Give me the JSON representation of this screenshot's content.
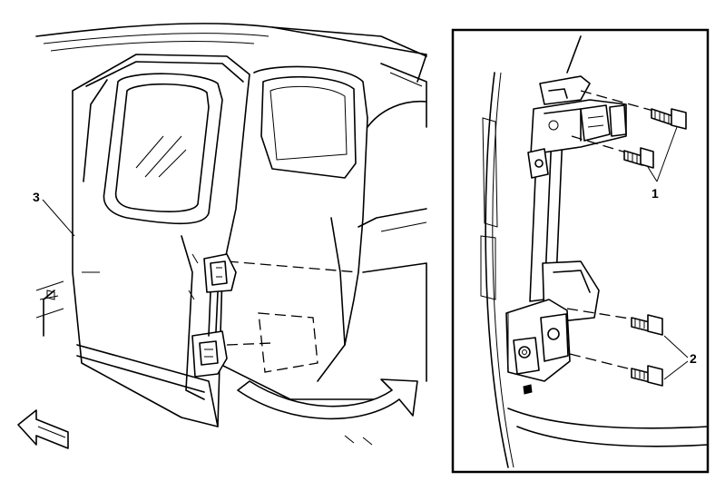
{
  "diagram": {
    "callouts": {
      "bolts_upper": "1",
      "bolts_lower": "2",
      "door": "3"
    }
  }
}
